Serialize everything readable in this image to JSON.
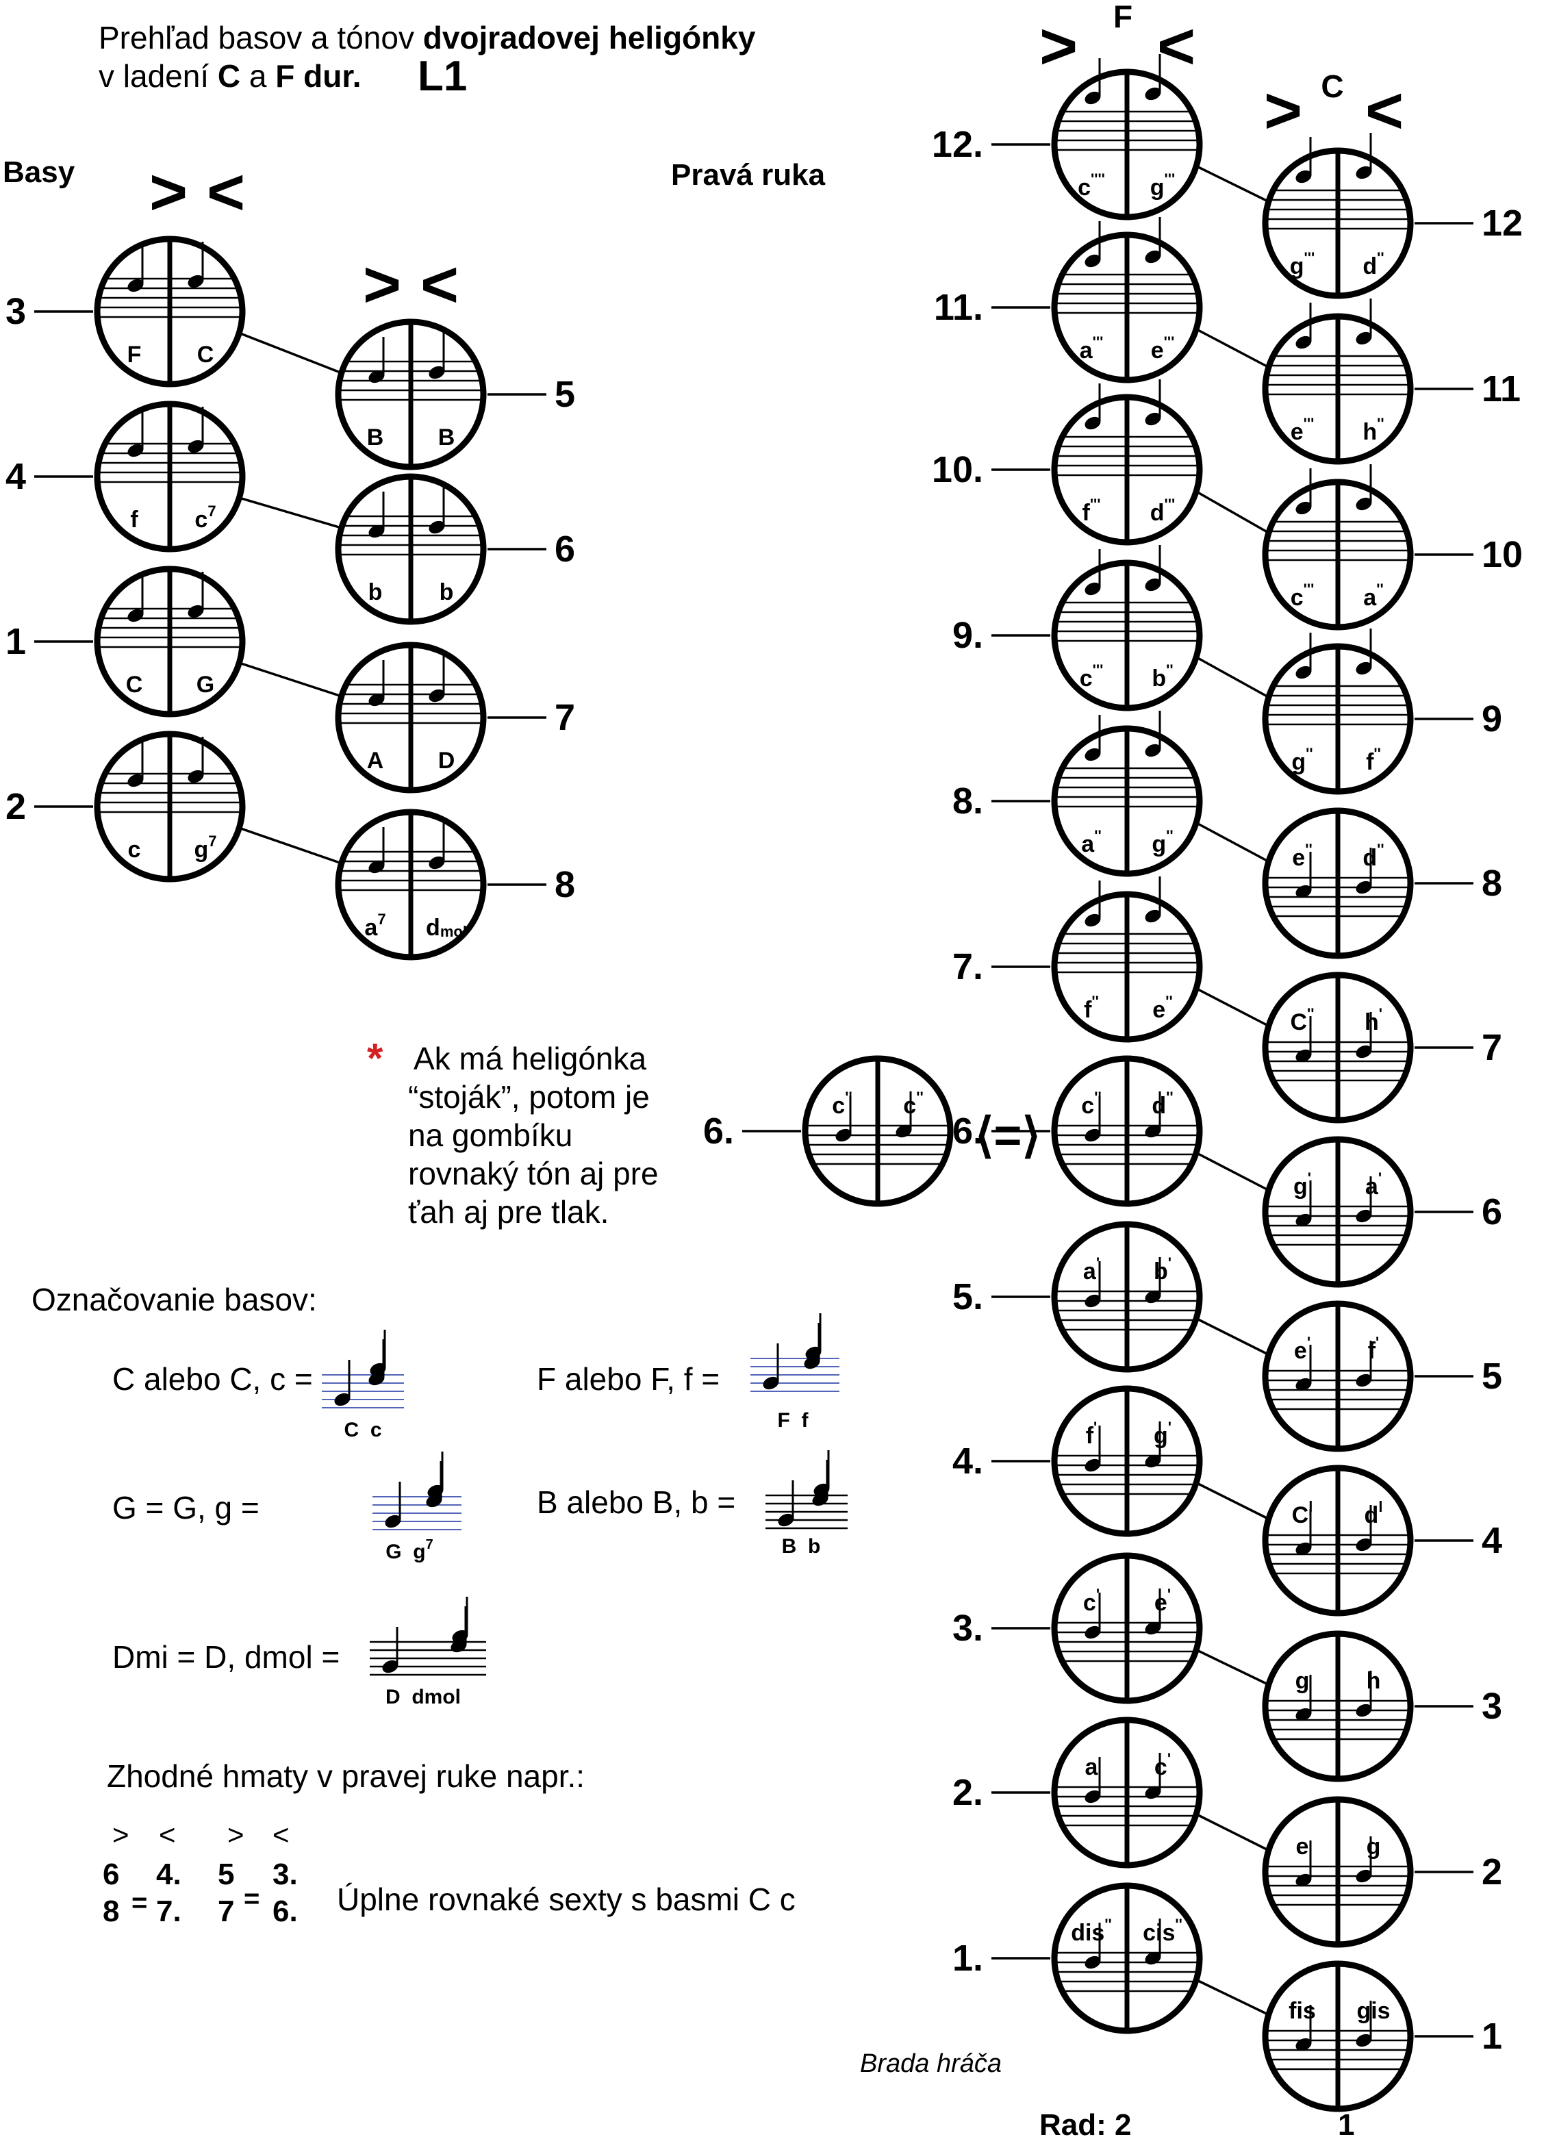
{
  "title": {
    "line1_pre": "Prehľad basov a tónov ",
    "line1_bold": "dvojradovej heligónky",
    "line2_pre": "v ladení ",
    "key_c": "C",
    "line2_mid": " a ",
    "key_f": "F dur.",
    "code": "L1"
  },
  "headers": {
    "bass": "Basy",
    "right_hand": "Pravá ruka"
  },
  "direction": {
    "push": ">",
    "pull": "<"
  },
  "row_f_label": "F",
  "row_c_label": "C",
  "bass_outer": [
    {
      "num": "3",
      "left": "F",
      "right": "C"
    },
    {
      "num": "4",
      "left": "f",
      "right": "c",
      "right_sup": "7"
    },
    {
      "num": "1",
      "left": "C",
      "right": "G"
    },
    {
      "num": "2",
      "left": "c",
      "right": "g",
      "right_sup": "7"
    }
  ],
  "bass_inner": [
    {
      "num": "5",
      "left": "B",
      "right": "B"
    },
    {
      "num": "6",
      "left": "b",
      "right": "b"
    },
    {
      "num": "7",
      "left": "A",
      "right": "D"
    },
    {
      "num": "8",
      "left": "a",
      "left_sup": "7",
      "right": "d",
      "right_sub": "mol"
    }
  ],
  "right_row_f": [
    {
      "num": "12.",
      "left": "c",
      "left_sup": "''''",
      "right": "g",
      "right_sup": "'''"
    },
    {
      "num": "11.",
      "left": "a",
      "left_sup": "'''",
      "right": "e",
      "right_sup": "'''"
    },
    {
      "num": "10.",
      "left": "f",
      "left_sup": "'''",
      "right": "d",
      "right_sup": "'''"
    },
    {
      "num": "9.",
      "left": "c",
      "left_sup": "'''",
      "right": "b",
      "right_sup": "''"
    },
    {
      "num": "8.",
      "left": "a",
      "left_sup": "''",
      "right": "g",
      "right_sup": "''"
    },
    {
      "num": "7.",
      "left": "f",
      "left_sup": "''",
      "right": "e",
      "right_sup": "''"
    },
    {
      "num": "6.",
      "left": "c",
      "left_sup": "''",
      "right": "d",
      "right_sup": "''"
    },
    {
      "num": "5.",
      "left": "a",
      "left_sup": "'",
      "right": "b",
      "right_sup": "'"
    },
    {
      "num": "4.",
      "left": "f",
      "left_sup": "'",
      "right": "g",
      "right_sup": "'"
    },
    {
      "num": "3.",
      "left": "c",
      "left_sup": "'",
      "right": "e",
      "right_sup": "'"
    },
    {
      "num": "2.",
      "left": "a",
      "left_sup": "",
      "right": "c",
      "right_sup": "'"
    },
    {
      "num": "1.",
      "left": "dis",
      "left_sup": "''",
      "right": "cis",
      "right_sup": "''"
    }
  ],
  "right_row_c": [
    {
      "num": "12",
      "left": "g",
      "left_sup": "'''",
      "right": "d",
      "right_sup": "''"
    },
    {
      "num": "11",
      "left": "e",
      "left_sup": "'''",
      "right": "h",
      "right_sup": "''"
    },
    {
      "num": "10",
      "left": "c",
      "left_sup": "'''",
      "right": "a",
      "right_sup": "''"
    },
    {
      "num": "9",
      "left": "g",
      "left_sup": "''",
      "right": "f",
      "right_sup": "''"
    },
    {
      "num": "8",
      "left": "e",
      "left_sup": "''",
      "right": "d",
      "right_sup": "''"
    },
    {
      "num": "7",
      "left": "C",
      "left_sup": "''",
      "right": "h",
      "right_sup": "'"
    },
    {
      "num": "6",
      "left": "g",
      "left_sup": "'",
      "right": "a",
      "right_sup": "'"
    },
    {
      "num": "5",
      "left": "e",
      "left_sup": "'",
      "right": "f",
      "right_sup": "'"
    },
    {
      "num": "4",
      "left": "C",
      "left_sup": "l",
      "right": "d",
      "right_sup": "l"
    },
    {
      "num": "3",
      "left": "g",
      "left_sup": "",
      "right": "h",
      "right_sup": ""
    },
    {
      "num": "2",
      "left": "e",
      "left_sup": "",
      "right": "g",
      "right_sup": ""
    },
    {
      "num": "1",
      "left": "fis",
      "left_sup": "",
      "right": "gis",
      "right_sup": ""
    }
  ],
  "stojak": {
    "num": "6.",
    "left": "c",
    "left_sup": "''",
    "right": "c",
    "right_sup": "''",
    "arrow": "⟨=⟩"
  },
  "note": {
    "asterisk": "*",
    "lines": [
      "Ak má heligónka",
      "“stoják”, potom je",
      "na gombíku",
      "rovnaký tón aj pre",
      "ťah aj pre tlak."
    ]
  },
  "legend": {
    "heading": "Označovanie basov:",
    "items": [
      {
        "text": "C alebo C, c =",
        "labels": "C  c"
      },
      {
        "text": "F alebo F, f =",
        "labels": "F  f"
      },
      {
        "text": "G = G, g =",
        "labels": "G  g",
        "sup": "7"
      },
      {
        "text": "B alebo B, b =",
        "labels": "B  b"
      },
      {
        "text": "Dmi = D, dmol =",
        "labels": "D  dmol"
      }
    ]
  },
  "same_grips": {
    "heading": "Zhodné hmaty v pravej ruke napr.:",
    "top_syms": [
      ">",
      "<",
      ">",
      "<"
    ],
    "top_nums": [
      "6",
      "4.",
      "5",
      "3."
    ],
    "bottom_nums": [
      "8",
      "7.",
      "7",
      "6."
    ],
    "eq": "=",
    "text": "Úplne rovnaké sexty s basmi C c"
  },
  "footer": {
    "credit": "Brada hráča",
    "row2": "Rad: 2",
    "row1": "1"
  }
}
